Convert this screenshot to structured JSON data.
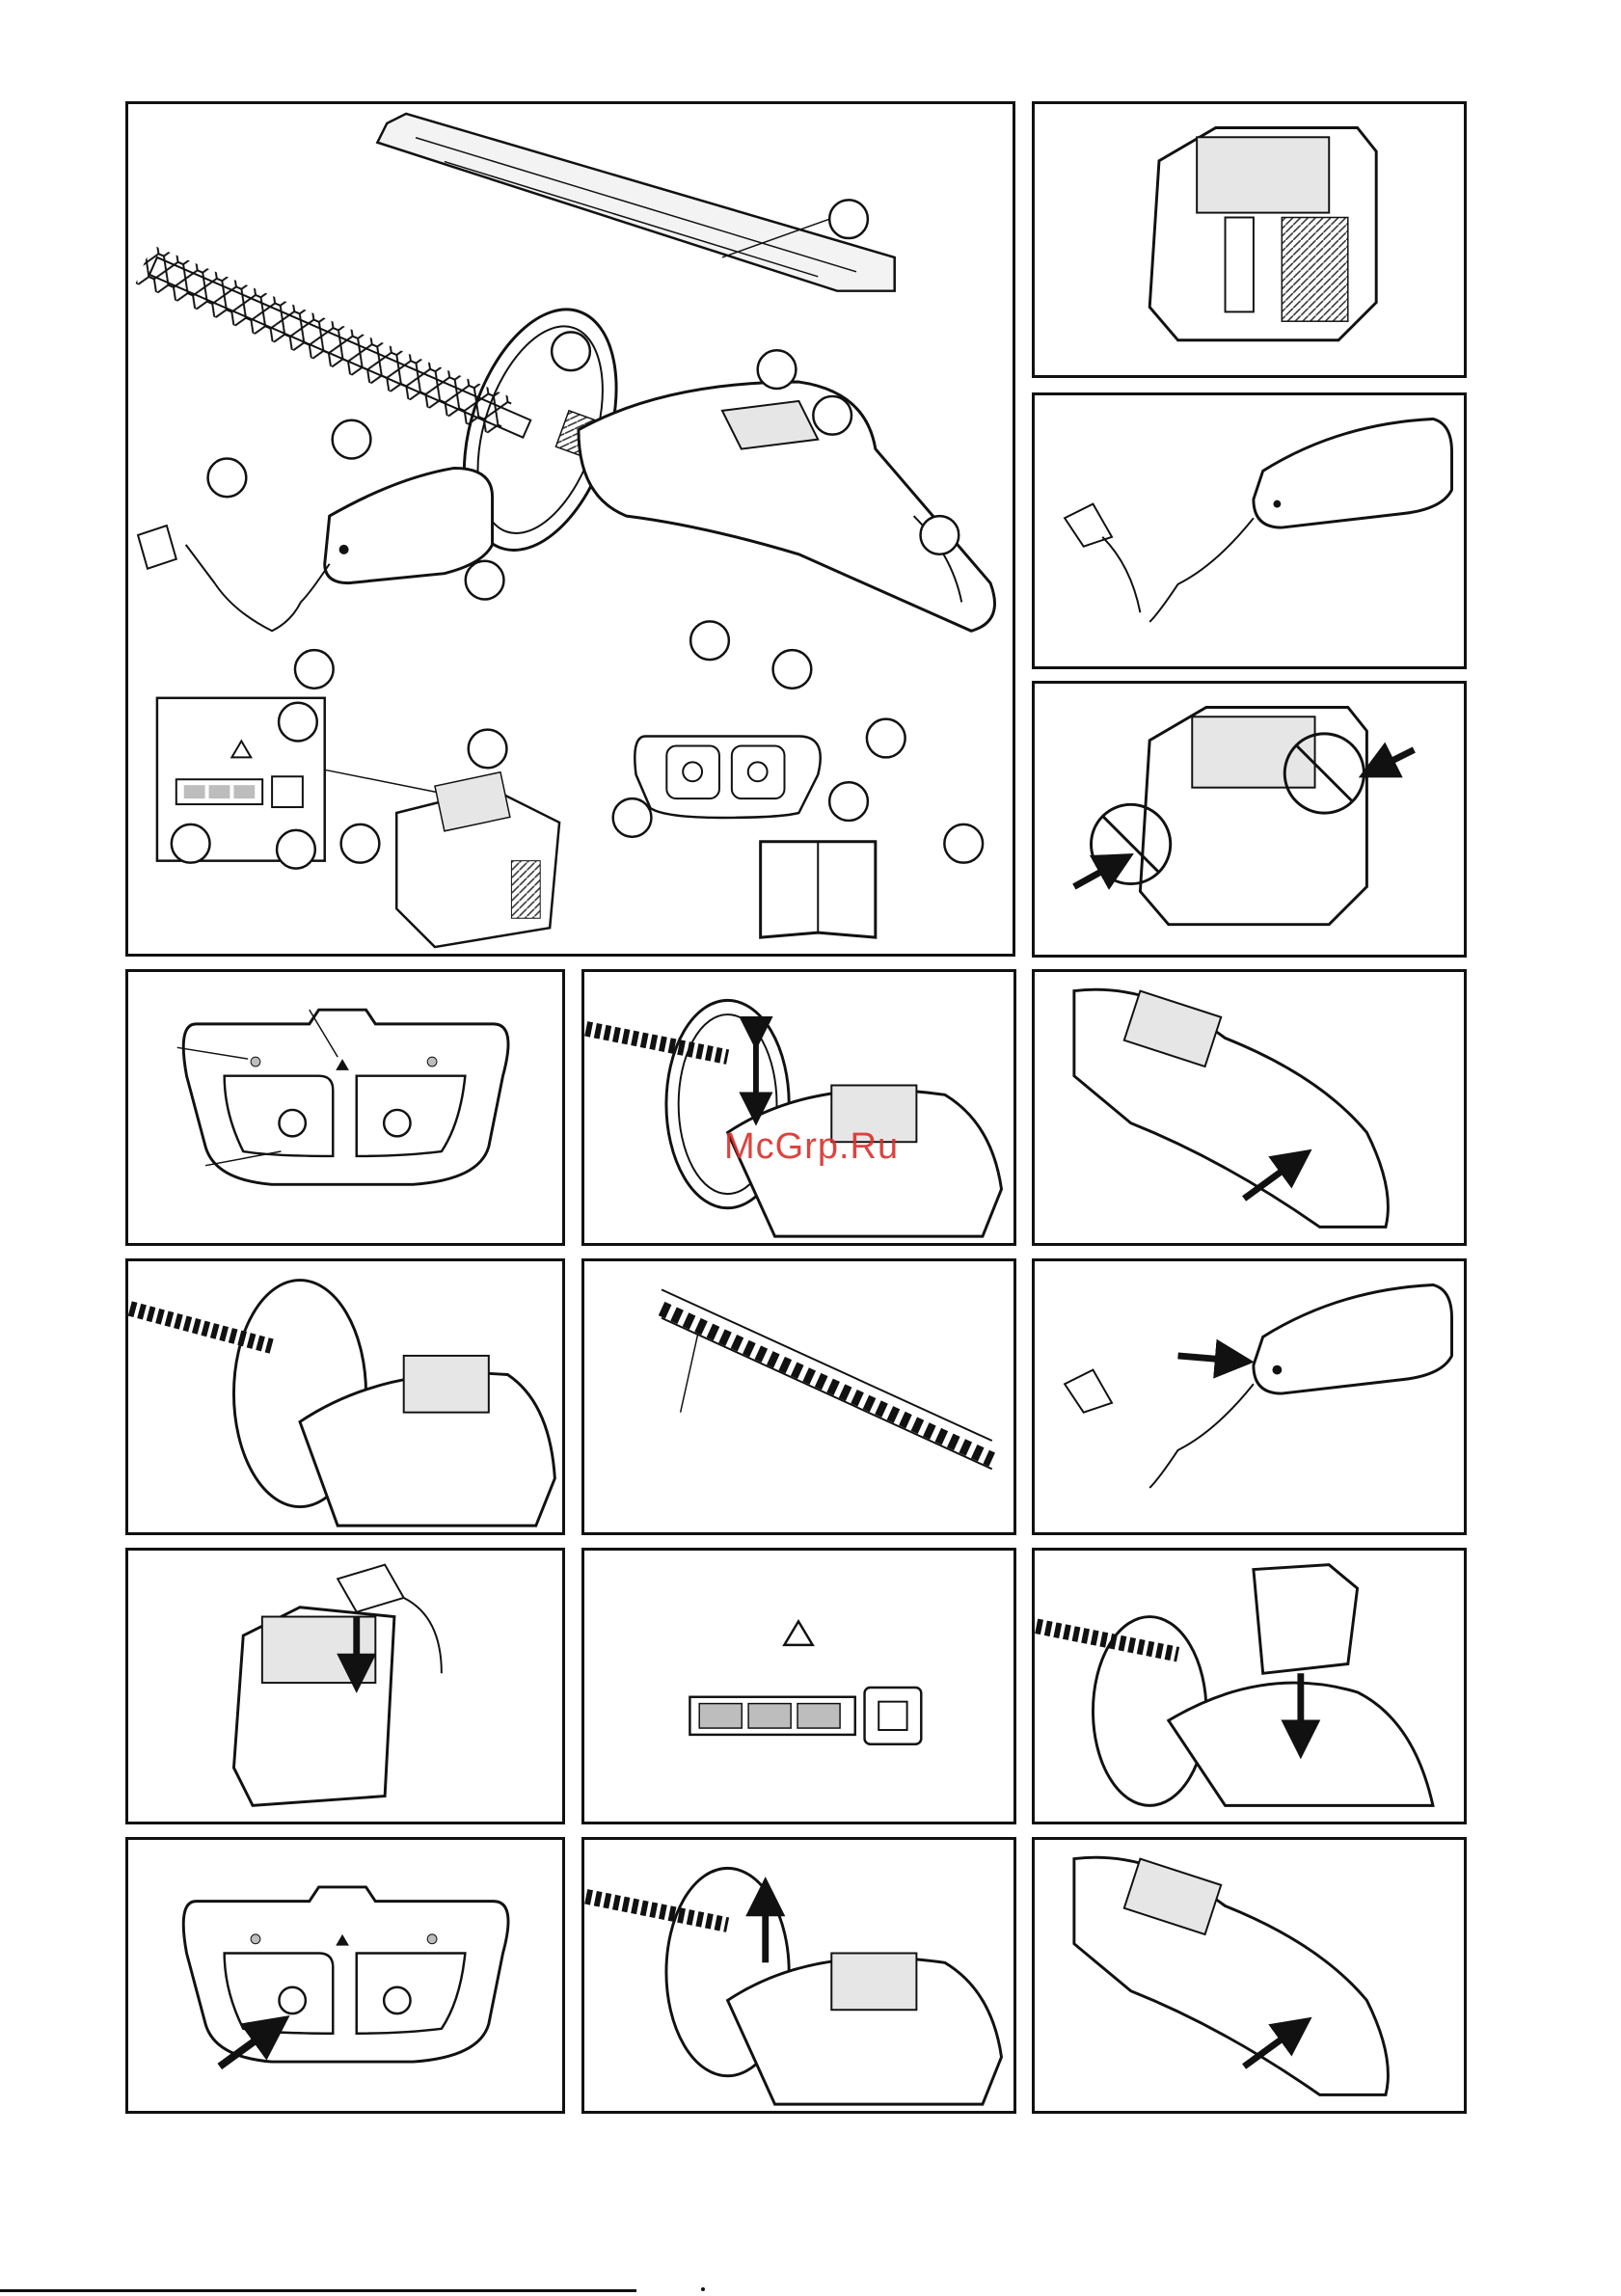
{
  "watermark": {
    "text": "McGrp.Ru",
    "color": "#d9302b"
  },
  "colors": {
    "line": "#111111",
    "hatch": "#555555",
    "fill_light": "#e6e6e6",
    "fill_mid": "#bdbdbd"
  },
  "panels": [
    {
      "id": "overview",
      "icons": [
        "hedge-trimmer",
        "blade-guard",
        "charger",
        "battery",
        "control-panel",
        "manual-book",
        "battery-indicator"
      ]
    },
    {
      "id": "battery",
      "icons": [
        "battery"
      ]
    },
    {
      "id": "charger",
      "icons": [
        "charger"
      ]
    },
    {
      "id": "battery-air-vents",
      "icons": [
        "battery",
        "prohibited-sign",
        "arrow"
      ]
    },
    {
      "id": "keypad",
      "icons": [
        "power-button",
        "eco-button",
        "warning-light"
      ]
    },
    {
      "id": "front-handle",
      "icons": [
        "up-down-arrow"
      ]
    },
    {
      "id": "rear-handle-trigger",
      "icons": [
        "arrow"
      ]
    },
    {
      "id": "trimmer-side-view",
      "icons": [
        "hedge-trimmer"
      ]
    },
    {
      "id": "blade-close-up",
      "icons": [
        "blade"
      ]
    },
    {
      "id": "charger-light",
      "icons": [
        "charger",
        "arrow"
      ]
    },
    {
      "id": "battery-into-charger",
      "icons": [
        "battery",
        "down-arrow"
      ]
    },
    {
      "id": "battery-indicator",
      "icons": [
        "warning-icon",
        "battery-level-bars",
        "button"
      ]
    },
    {
      "id": "battery-into-trimmer",
      "icons": [
        "battery",
        "down-arrow"
      ]
    },
    {
      "id": "keypad-press",
      "icons": [
        "power-button",
        "eco-button",
        "arrow"
      ]
    },
    {
      "id": "front-handle-press",
      "icons": [
        "up-arrow"
      ]
    },
    {
      "id": "trigger-press",
      "icons": [
        "arrow"
      ]
    }
  ]
}
